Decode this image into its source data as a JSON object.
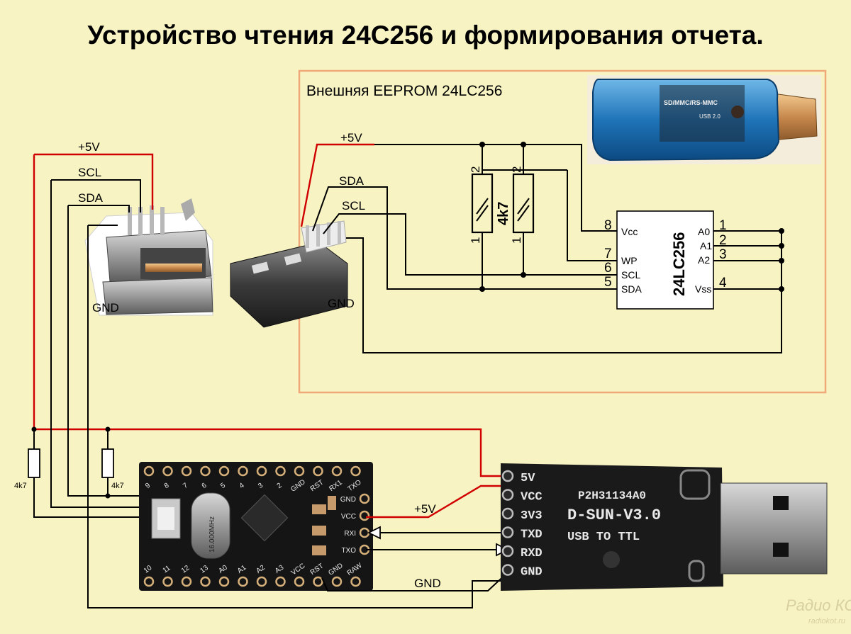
{
  "title": "Устройство чтения 24С256 и формирования отчета.",
  "external_box": {
    "label": "Внешняя EEPROM 24LC256"
  },
  "card_reader_text": {
    "line1": "SD/MMC/RS-MMC",
    "line2": "USB 2.0"
  },
  "left_usb": {
    "vcc": "+5V",
    "scl": "SCL",
    "sda": "SDA",
    "gnd": "GND"
  },
  "right_usb": {
    "vcc": "+5V",
    "sda": "SDA",
    "scl": "SCL",
    "gnd": "GND"
  },
  "pullup": {
    "value": "4k7",
    "pin_top": "2",
    "pin_bottom": "1"
  },
  "eeprom": {
    "name": "24LC256",
    "left_pins": [
      {
        "num": "8",
        "label": "Vcc"
      },
      {
        "num": "7",
        "label": "WP"
      },
      {
        "num": "6",
        "label": "SCL"
      },
      {
        "num": "5",
        "label": "SDA"
      }
    ],
    "right_pins": [
      {
        "num": "1",
        "label": "A0"
      },
      {
        "num": "2",
        "label": "A1"
      },
      {
        "num": "3",
        "label": "A2"
      },
      {
        "num": "4",
        "label": "Vss"
      }
    ]
  },
  "pro_mini": {
    "top_pins": [
      "9",
      "8",
      "7",
      "6",
      "5",
      "4",
      "3",
      "2",
      "GND",
      "RST",
      "RX1",
      "TXO"
    ],
    "right_pins": [
      "GND",
      "VCC",
      "RXI",
      "TXO"
    ],
    "bottom_pins": [
      "10",
      "11",
      "12",
      "13",
      "A0",
      "A1",
      "A2",
      "A3",
      "VCC",
      "RST",
      "GND",
      "RAW"
    ],
    "crystal": "16.000MHz"
  },
  "bottom_resistors": {
    "left": "4k7",
    "right": "4k7"
  },
  "wires": {
    "vcc_label": "+5V",
    "gnd_label": "GND"
  },
  "dsun": {
    "pins": [
      "5V",
      "VCC",
      "3V3",
      "TXD",
      "RXD",
      "GND"
    ],
    "chip": "P2H31134A0",
    "name": "D-SUN-V3.0",
    "subtitle": "USB TO TTL"
  },
  "watermark": {
    "line1": "Радио КОТ",
    "line2": "radiokot.ru"
  }
}
